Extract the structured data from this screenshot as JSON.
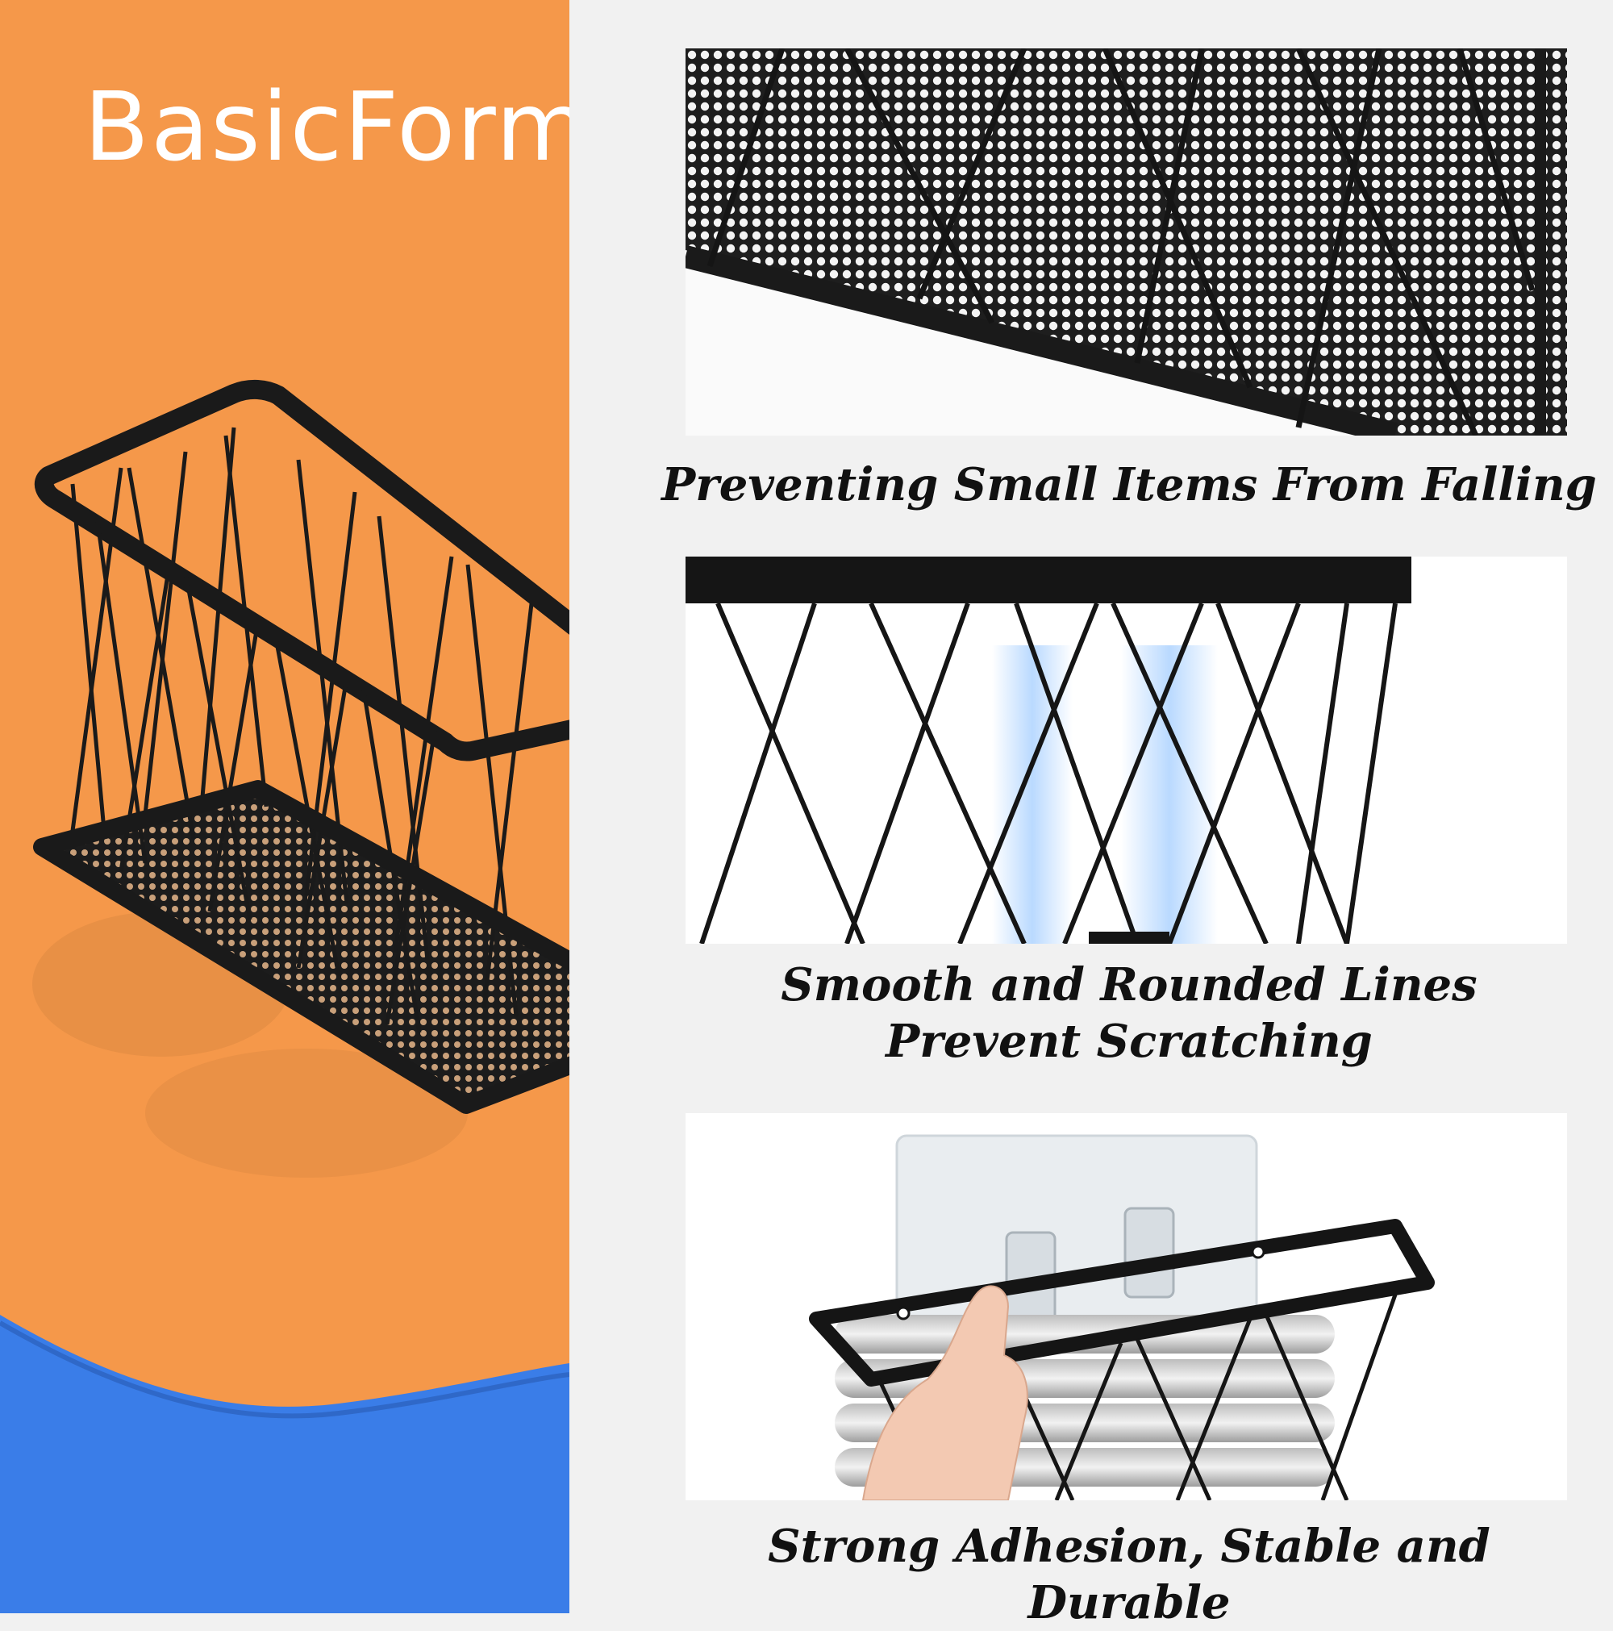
{
  "brand": {
    "name": "BasicForm"
  },
  "colors": {
    "orange": "#f5984a",
    "blue": "#3a7de8",
    "panel_bg": "#f1f1f1",
    "caption_text": "#111111"
  },
  "features": [
    {
      "caption_lines": [
        "Preventing Small Items From Falling"
      ],
      "image": "mesh-bottom-closeup"
    },
    {
      "caption_lines": [
        "Smooth and Rounded Lines",
        "Prevent Scratching"
      ],
      "image": "rounded-wire-closeup"
    },
    {
      "caption_lines": [
        "Strong Adhesion, Stable and Durable"
      ],
      "image": "adhesive-hook-install"
    }
  ]
}
